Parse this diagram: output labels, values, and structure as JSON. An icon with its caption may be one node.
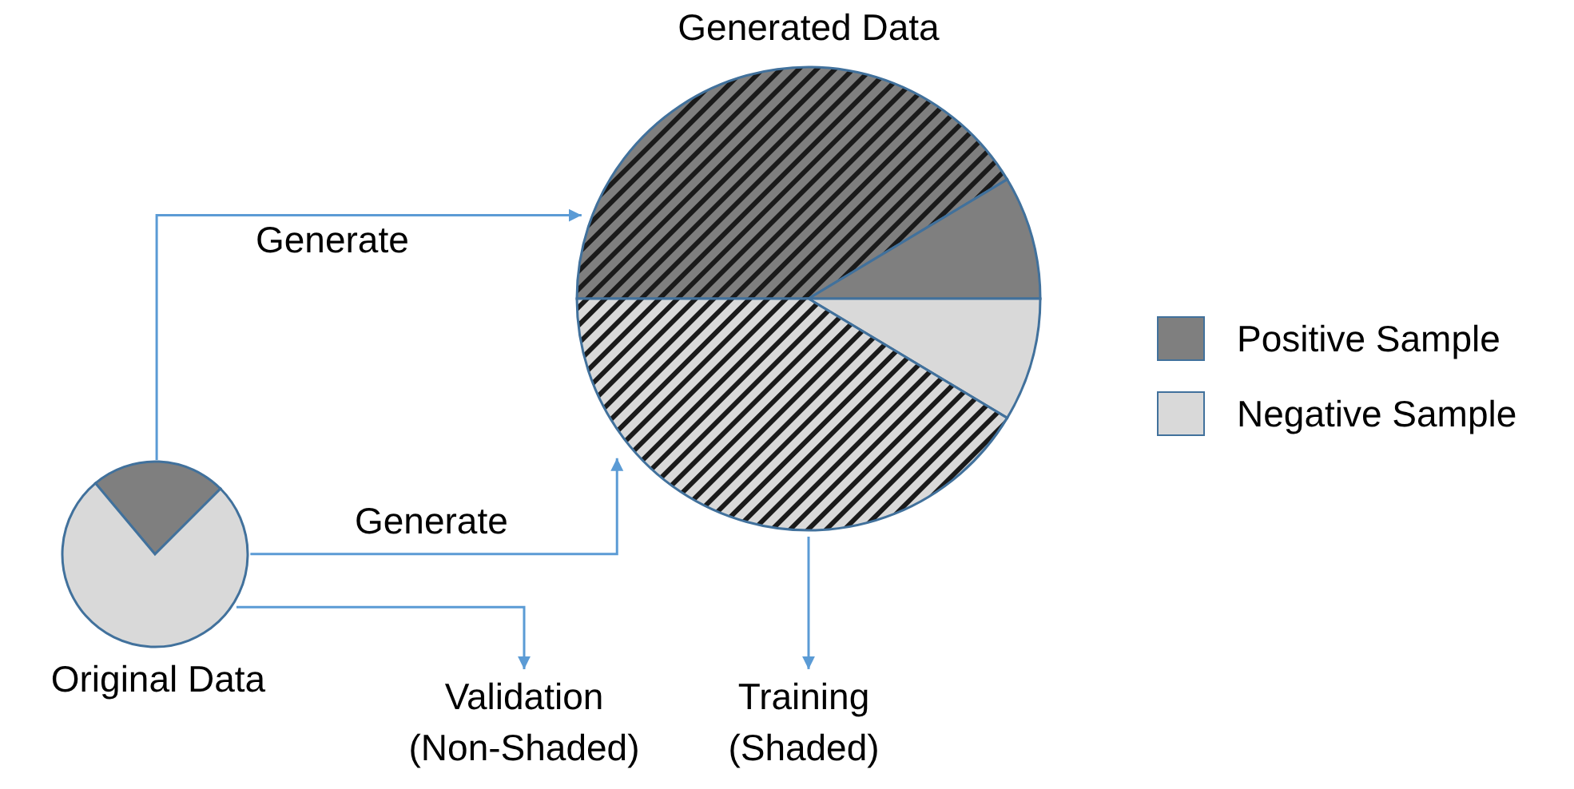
{
  "diagram": {
    "nodes": [
      {
        "text": [
          "Original Data"
        ]
      },
      {
        "text": [
          "Generated Data"
        ]
      },
      {
        "text": [
          "Validation (Non-Shaded)"
        ]
      },
      {
        "text": [
          "Training (Shaded)"
        ]
      }
    ],
    "edges": [
      {
        "from": 0,
        "to": 1,
        "arrow": "to",
        "label": "Generate"
      },
      {
        "from": 0,
        "to": 1,
        "arrow": "to",
        "label": "Generate"
      },
      {
        "from": 0,
        "to": 2,
        "arrow": "to"
      },
      {
        "from": 1,
        "to": 3,
        "arrow": "to"
      }
    ],
    "legend": [
      {
        "text": "Positive Sample",
        "color": "#7f7f7f"
      },
      {
        "text": "Negative Sample",
        "color": "#d9d9d9"
      }
    ]
  }
}
